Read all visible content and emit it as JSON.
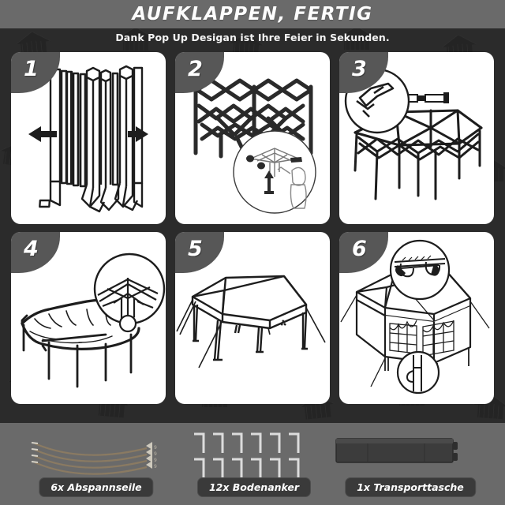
{
  "header": {
    "title": "AUFKLAPPEN, FERTIG",
    "subtitle": "Dank Pop Up Desigan ist Ihre Feier in Sekunden.",
    "title_bar_color": "#6a6a6a",
    "page_background": "#2c2c2c"
  },
  "steps": [
    {
      "number": "1",
      "name": "folded-frame",
      "description": "Zusammengefaltetes Gestell auseinanderziehen",
      "has_detail_circle": false,
      "arrows": [
        "left",
        "right"
      ]
    },
    {
      "number": "2",
      "name": "expanded-scissor-frame",
      "description": "Scherengestell aufgespannt, Person drueckt Mittelstange nach oben",
      "has_detail_circle": true,
      "detail_position": "bottom-right",
      "arrows": [
        "up"
      ]
    },
    {
      "number": "3",
      "name": "frame-legs-extended",
      "description": "Gestell mit Dachspitze, Beinverbinder ausziehen",
      "has_detail_circle": true,
      "detail_position": "top-left",
      "arrows": []
    },
    {
      "number": "4",
      "name": "canopy-draped",
      "description": "Dachplane ueber das Gestell legen und befestigen",
      "has_detail_circle": true,
      "detail_position": "top-right",
      "arrows": []
    },
    {
      "number": "5",
      "name": "canopy-complete",
      "description": "Fertiger Pavillon mit Abspannseilen",
      "has_detail_circle": false,
      "arrows": []
    },
    {
      "number": "6",
      "name": "sidewalls-attached",
      "description": "Seitenwaende mit Fenstern anbringen",
      "has_detail_circle": true,
      "detail_position": "top-center-and-bottom-center",
      "arrows": []
    }
  ],
  "accessories": [
    {
      "name": "guy-ropes",
      "label": "6x Abspannseile",
      "quantity": 6,
      "item": "Abspannseile",
      "color": "#8a7a62"
    },
    {
      "name": "ground-anchors",
      "label": "12x Bodenanker",
      "quantity": 12,
      "item": "Bodenanker",
      "color": "#d8d8d8"
    },
    {
      "name": "transport-bag",
      "label": "1x Transporttasche",
      "quantity": 1,
      "item": "Transporttasche",
      "color": "#3a3a3a"
    }
  ],
  "accessory_strip": {
    "background": "#6a6a6a"
  },
  "badge": {
    "background": "#575757",
    "text_color": "#ffffff"
  }
}
